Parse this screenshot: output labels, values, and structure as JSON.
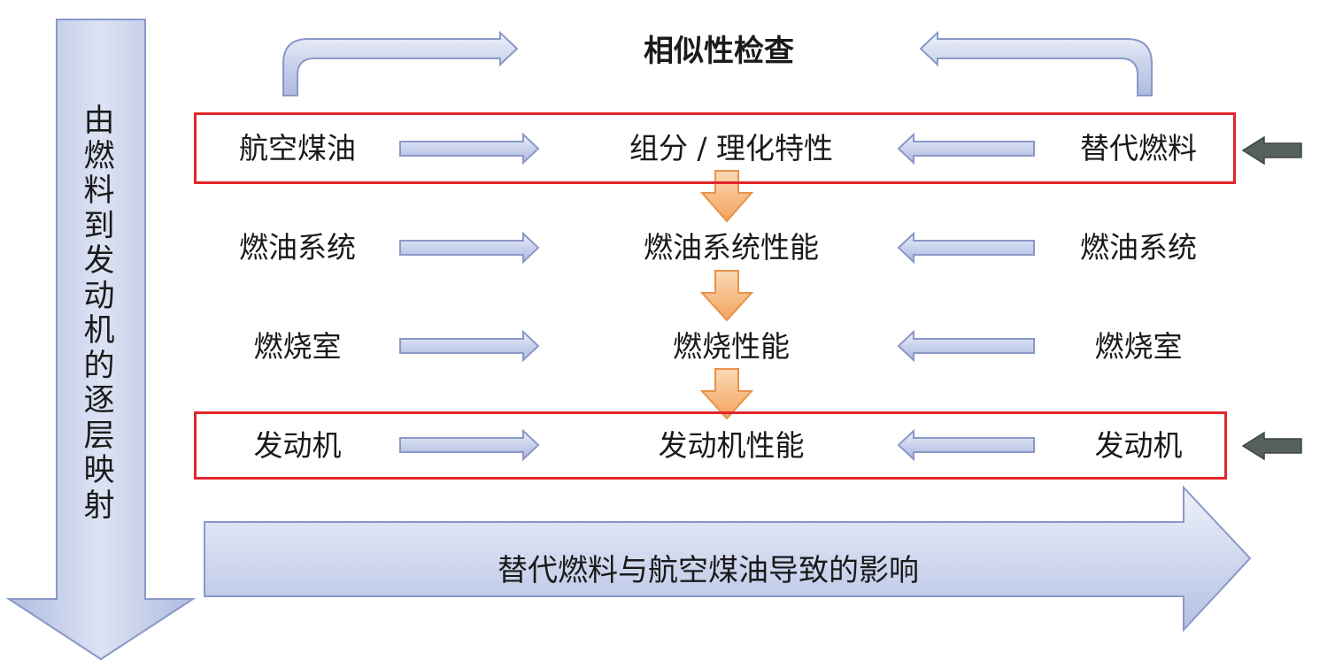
{
  "title": "相似性检查",
  "vertical_label": "由燃料到发动机的逐层映射",
  "bottom_label": "替代燃料与航空煤油导致的影响",
  "rows": [
    {
      "left": "航空煤油",
      "center": "组分 / 理化特性",
      "right": "替代燃料",
      "highlighted": true
    },
    {
      "left": "燃油系统",
      "center": "燃油系统性能",
      "right": "燃油系统",
      "highlighted": false
    },
    {
      "left": "燃烧室",
      "center": "燃烧性能",
      "right": "燃烧室",
      "highlighted": false
    },
    {
      "left": "发动机",
      "center": "发动机性能",
      "right": "发动机",
      "highlighted": true
    }
  ],
  "colors": {
    "highlight_border": "#e2262b",
    "blue_arrow_fill": "#c9d2ec",
    "blue_arrow_stroke": "#8a98c8",
    "orange_arrow_fill": "#f7b77c",
    "orange_arrow_stroke": "#e8934a",
    "dark_arrow": "#56615e"
  }
}
